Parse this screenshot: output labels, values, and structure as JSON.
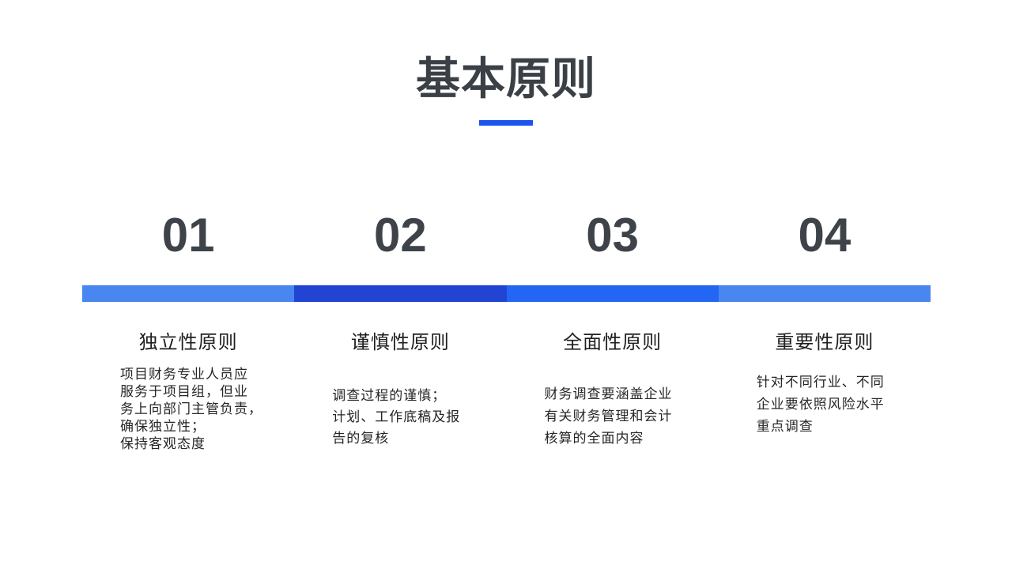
{
  "slide": {
    "title": "基本原则",
    "accent_color": "#1c55ee",
    "background_color": "#ffffff",
    "title_color": "#3a4046",
    "number_color": "#3d4349"
  },
  "principles": [
    {
      "number": "01",
      "heading": "独立性原则",
      "body": "项目财务专业人员应\n服务于项目组，但业\n务上向部门主管负责，\n确保独立性；\n保持客观态度",
      "bar_color": "#4a86ef"
    },
    {
      "number": "02",
      "heading": "谨慎性原则",
      "body": "调查过程的谨慎；\n计划、工作底稿及报\n告的复核",
      "bar_color": "#2244d3"
    },
    {
      "number": "03",
      "heading": "全面性原则",
      "body": "财务调查要涵盖企业\n有关财务管理和会计\n核算的全面内容",
      "bar_color": "#2266f3"
    },
    {
      "number": "04",
      "heading": "重要性原则",
      "body": "针对不同行业、不同\n企业要依照风险水平\n重点调查",
      "bar_color": "#4a86ef"
    }
  ]
}
